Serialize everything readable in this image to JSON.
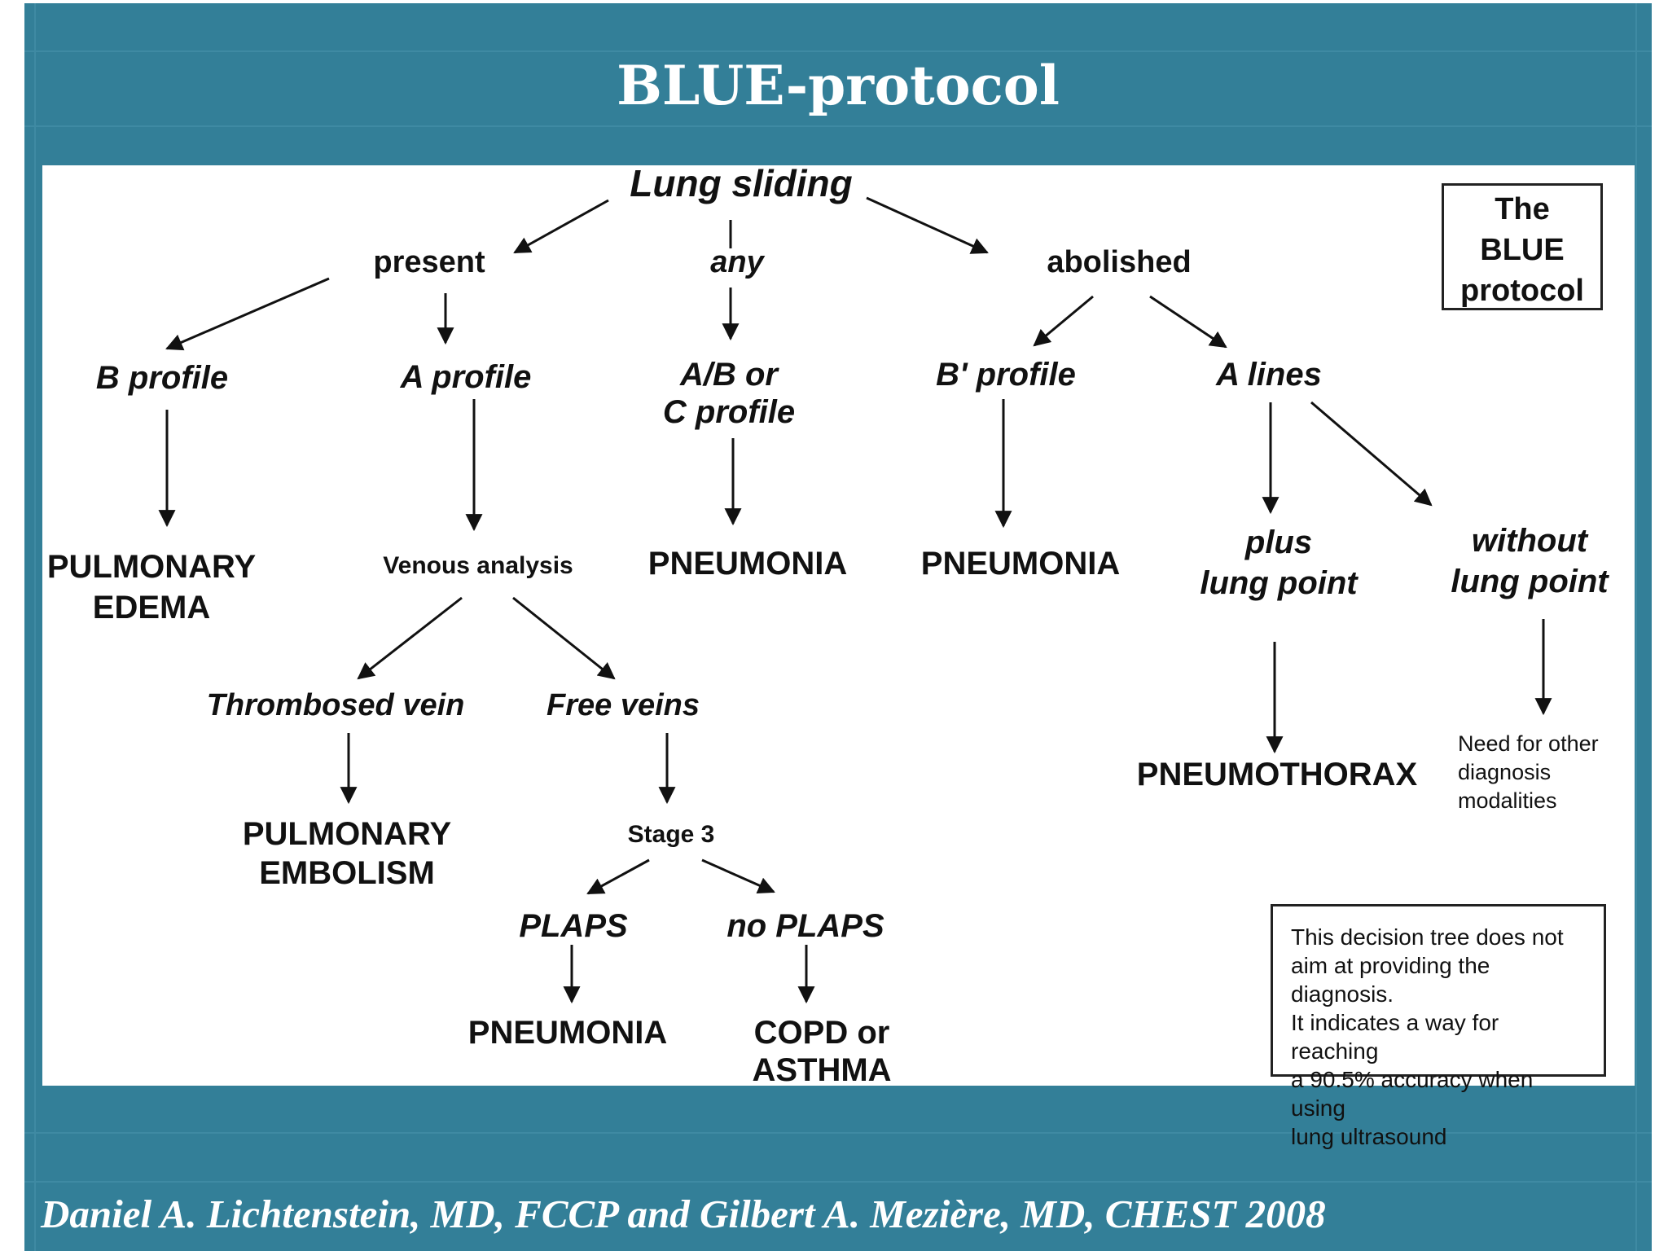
{
  "slide": {
    "title": "BLUE-protocol",
    "credit": "Daniel A. Lichtenstein, MD, FCCP and Gilbert A. Mezière, MD, CHEST  2008"
  },
  "colors": {
    "frame": "#337f98",
    "frame_line": "#3f8aa3",
    "panel": "#ffffff",
    "ink": "#111111"
  },
  "tree": {
    "root": "Lung sliding",
    "present": "present",
    "any": "any",
    "abolished": "abolished",
    "b_profile": "B profile",
    "a_profile": "A profile",
    "ab_c_profile": [
      "A/B or",
      "C profile"
    ],
    "b_prime_profile": "B' profile",
    "a_lines": "A lines",
    "pulmonary_edema": [
      "PULMONARY",
      "EDEMA"
    ],
    "venous_analysis": "Venous analysis",
    "pneumonia_1": "PNEUMONIA",
    "pneumonia_2": "PNEUMONIA",
    "plus_lung_point": [
      "plus",
      "lung point"
    ],
    "without_lung_point": [
      "without",
      "lung point"
    ],
    "thrombosed_vein": "Thrombosed vein",
    "free_veins": "Free veins",
    "pneumothorax": "PNEUMOTHORAX",
    "need_other": [
      "Need for other",
      "diagnosis",
      "modalities"
    ],
    "pulmonary_embolism": [
      "PULMONARY",
      "EMBOLISM"
    ],
    "stage_3": "Stage 3",
    "plaps": "PLAPS",
    "no_plaps": "no PLAPS",
    "pneumonia_3": "PNEUMONIA",
    "copd_asthma": [
      "COPD or",
      "ASTHMA"
    ]
  },
  "legend_box": [
    "The",
    "BLUE",
    "protocol"
  ],
  "note_box": [
    "This decision tree does not",
    "aim at providing the diagnosis.",
    "It indicates a way for reaching",
    "a 90.5% accuracy when using",
    "lung ultrasound"
  ]
}
